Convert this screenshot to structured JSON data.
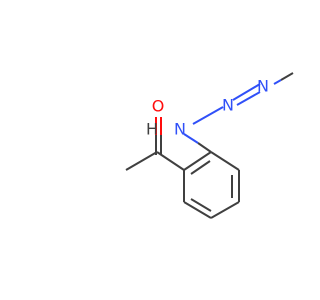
{
  "molecule": {
    "atoms": [
      {
        "id": "C_methyl_acetyl",
        "element": "C",
        "label": ""
      },
      {
        "id": "C_carbonyl",
        "element": "C",
        "label": ""
      },
      {
        "id": "O_carbonyl",
        "element": "O",
        "label": "O"
      },
      {
        "id": "C_ring1",
        "element": "C",
        "label": ""
      },
      {
        "id": "C_ring2",
        "element": "C",
        "label": ""
      },
      {
        "id": "C_ring3",
        "element": "C",
        "label": ""
      },
      {
        "id": "C_ring4",
        "element": "C",
        "label": ""
      },
      {
        "id": "C_ring5",
        "element": "C",
        "label": ""
      },
      {
        "id": "C_ring6",
        "element": "C",
        "label": ""
      },
      {
        "id": "N_amine",
        "element": "N",
        "label": "N"
      },
      {
        "id": "H_amine",
        "element": "H",
        "label": "H"
      },
      {
        "id": "N_middle",
        "element": "N",
        "label": "N"
      },
      {
        "id": "N_terminal",
        "element": "N",
        "label": "N"
      },
      {
        "id": "C_methyl_triazene",
        "element": "C",
        "label": ""
      }
    ],
    "colors": {
      "C": "#404040",
      "O": "#ff0d0d",
      "N": "#3050f8",
      "H": "#404040"
    }
  }
}
